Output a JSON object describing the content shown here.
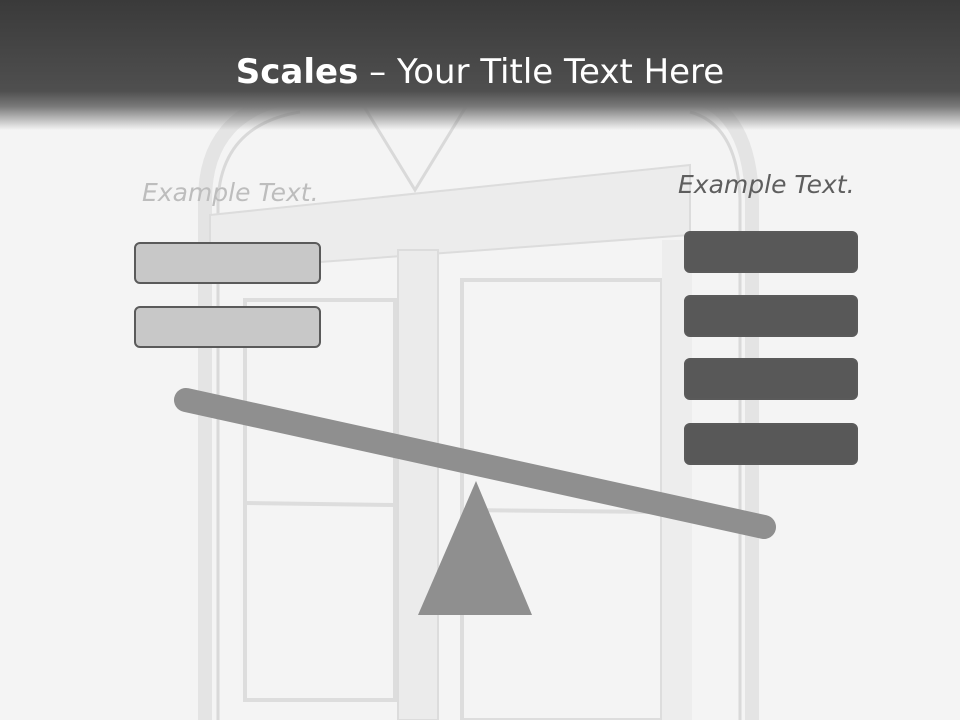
{
  "title": {
    "bold": "Scales",
    "rest": " – Your Title Text Here"
  },
  "left_group": {
    "label": "Example Text.",
    "box_count": 2,
    "box_color": "#c8c8c8"
  },
  "right_group": {
    "label": "Example Text.",
    "box_count": 4,
    "box_color": "#585858"
  },
  "scale": {
    "color": "#8f8f8f"
  },
  "colors": {
    "title_bar": "#474747",
    "box_border": "#5a5a5a"
  }
}
